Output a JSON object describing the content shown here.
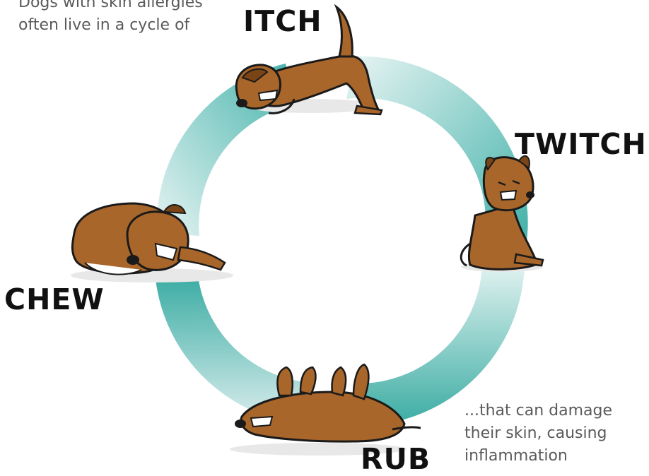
{
  "intro_text": {
    "line1": "Dogs with skin allergies",
    "line2": "often live in a cycle of"
  },
  "stages": {
    "itch": "ITCH",
    "twitch": "TWITCH",
    "rub": "RUB",
    "chew": "CHEW"
  },
  "outro_text": {
    "line1": "...that can damage",
    "line2": "their skin, causing",
    "line3": "inflammation"
  },
  "colors": {
    "ring_teal": "#3fb0a8",
    "ring_light": "#dff1ef",
    "dog_fur": "#a9662a",
    "dog_fur_dark": "#7a4516",
    "dog_outline": "#1a1a1a",
    "label_text": "#111111",
    "body_text": "#5a5a5a"
  },
  "icons": [
    "dog-itching-icon",
    "dog-twitching-icon",
    "dog-rubbing-icon",
    "dog-chewing-icon"
  ]
}
